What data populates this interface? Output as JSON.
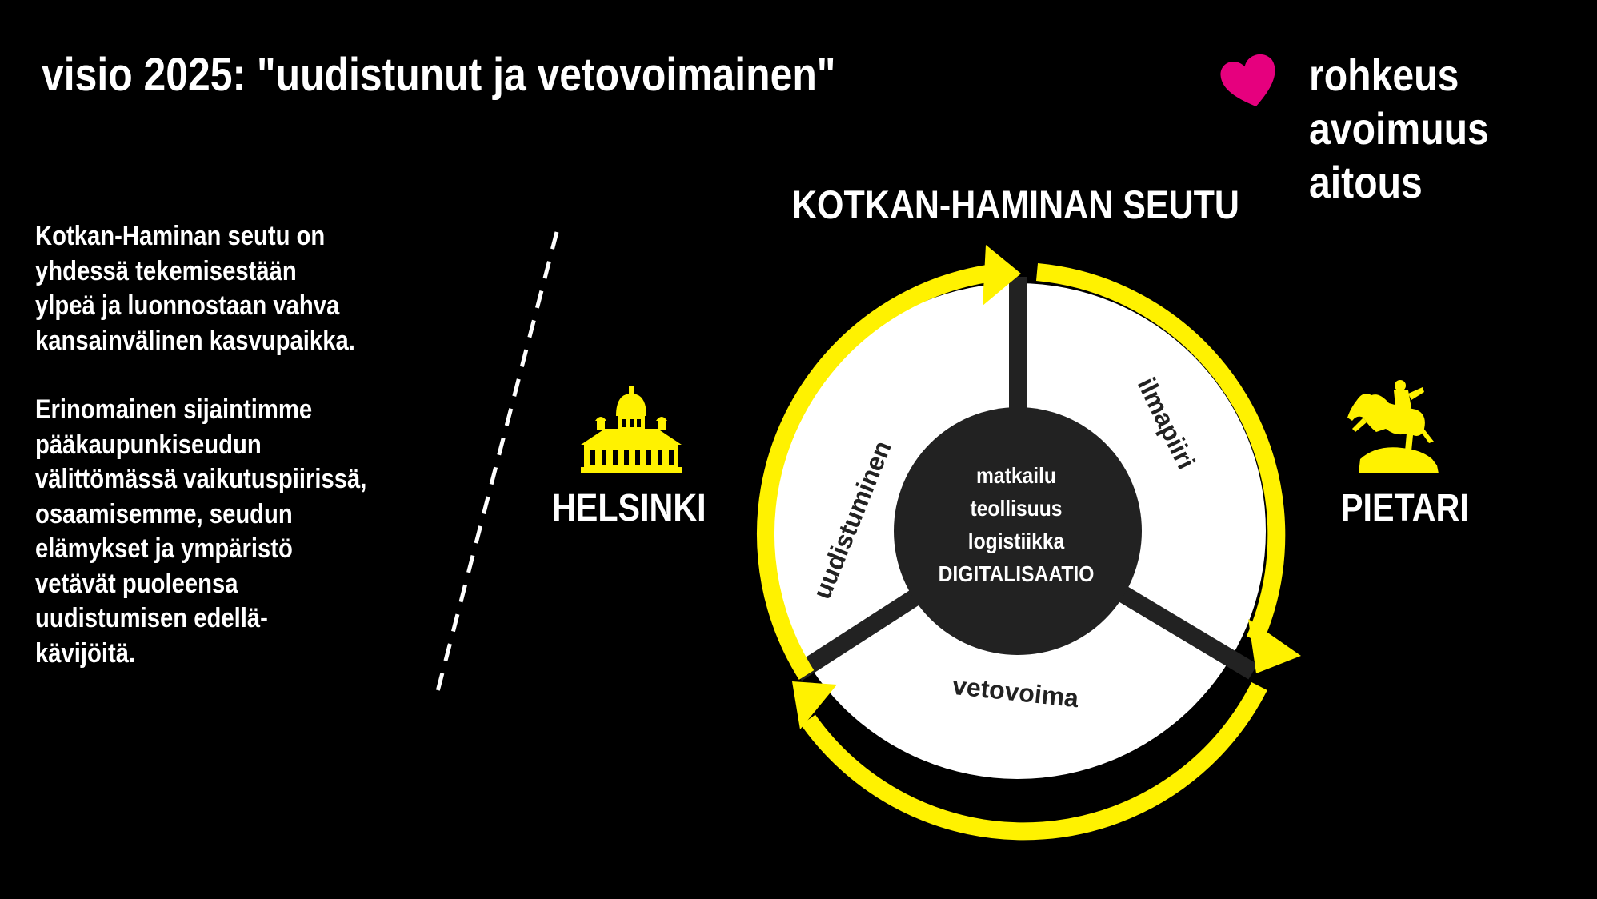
{
  "title": "visio 2025:  \"uudistunut ja vetovoimainen\"",
  "values": [
    "rohkeus",
    "avoimuus",
    "aitous"
  ],
  "body": {
    "paragraph_1": "Kotkan-Haminan seutu on\nyhdessä tekemisestään\nylpeä ja luonnostaan vahva\nkansainvälinen kasvupaikka.",
    "paragraph_2": "Erinomainen sijaintimme\npääkaupunkiseudun\nvälittömässä vaikutuspiirissä,\nosaamisemme, seudun\nelämykset ja ympäristö\nvetävät puoleensa\nuudistumisen edellä-\nkävijöitä."
  },
  "diagram": {
    "region": "KOTKAN-HAMINAN SEUTU",
    "left_city": "HELSINKI",
    "right_city": "PIETARI",
    "segments": [
      "uudistuminen",
      "ilmapiiri",
      "vetovoima"
    ],
    "center": [
      "matkailu",
      "teollisuus",
      "logistiikka",
      "DIGITALISAATIO"
    ]
  },
  "colors": {
    "background": "#000000",
    "accent_yellow": "#FFF200",
    "heart_pink": "#E6007E",
    "segment_fill": "#FFFFFF",
    "hub_fill": "#222222"
  },
  "icons": {
    "heart": "heart-icon",
    "helsinki": "helsinki-cathedral-icon",
    "pietari": "bronze-horseman-icon"
  }
}
